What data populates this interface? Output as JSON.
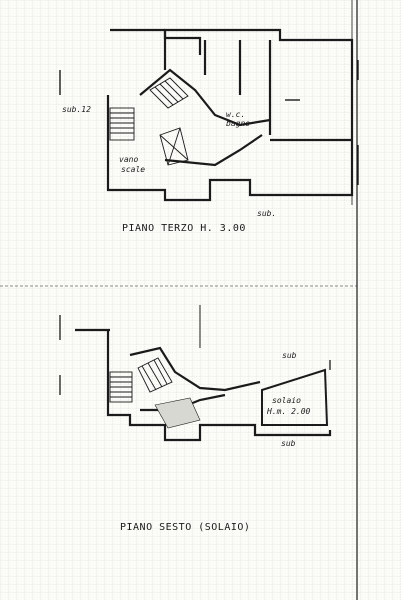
{
  "labels": {
    "sub12": "sub.12",
    "wc_bagno_1": "w.c.",
    "wc_bagno_2": "bagno",
    "vano_scale_1": "vano",
    "vano_scale_2": "scale",
    "sub_upper": "sub.",
    "piano_terzo": "PIANO TERZO H. 3.00",
    "sub_mid": "sub",
    "solaio_1": "solaio",
    "solaio_2": "H.m. 2.00",
    "sub_lower": "sub",
    "piano_sesto": "PIANO SESTO (SOLAIO)"
  },
  "colors": {
    "ink": "#1b1b1b",
    "grid": "#c9c9c3",
    "paper": "#fbfbf8"
  }
}
